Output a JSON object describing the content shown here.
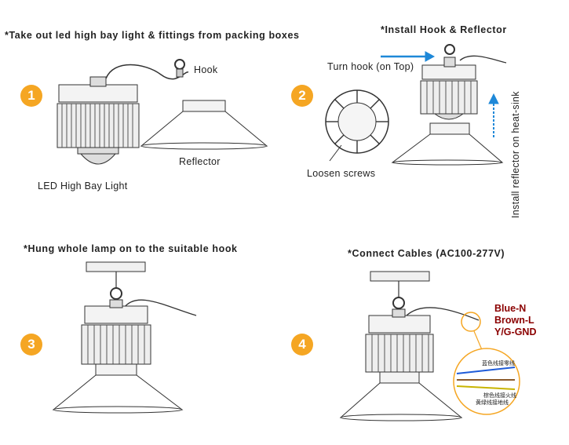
{
  "step1": {
    "title": "*Take out led high bay light & fittings from packing boxes",
    "number": "1",
    "hook_label": "Hook",
    "reflector_label": "Reflector",
    "light_label": "LED High Bay Light"
  },
  "step2": {
    "title": "*Install Hook & Reflector",
    "number": "2",
    "turn_hook_label": "Turn hook (on Top)",
    "loosen_label": "Loosen screws",
    "install_reflector_label": "Install reflector on heat-sink"
  },
  "step3": {
    "title": "*Hung whole lamp on to the suitable hook",
    "number": "3"
  },
  "step4": {
    "title": "*Connect Cables (AC100-277V)",
    "number": "4",
    "wires": [
      "Blue-N",
      "Brown-L",
      "Y/G-GND"
    ],
    "cn_labels": [
      "蓝色线接零线",
      "棕色线接火线",
      "黄绿线接地线"
    ]
  },
  "colors": {
    "step_circle": "#f5a623",
    "arrow": "#1e88d8",
    "wire_text": "#8b0000"
  }
}
